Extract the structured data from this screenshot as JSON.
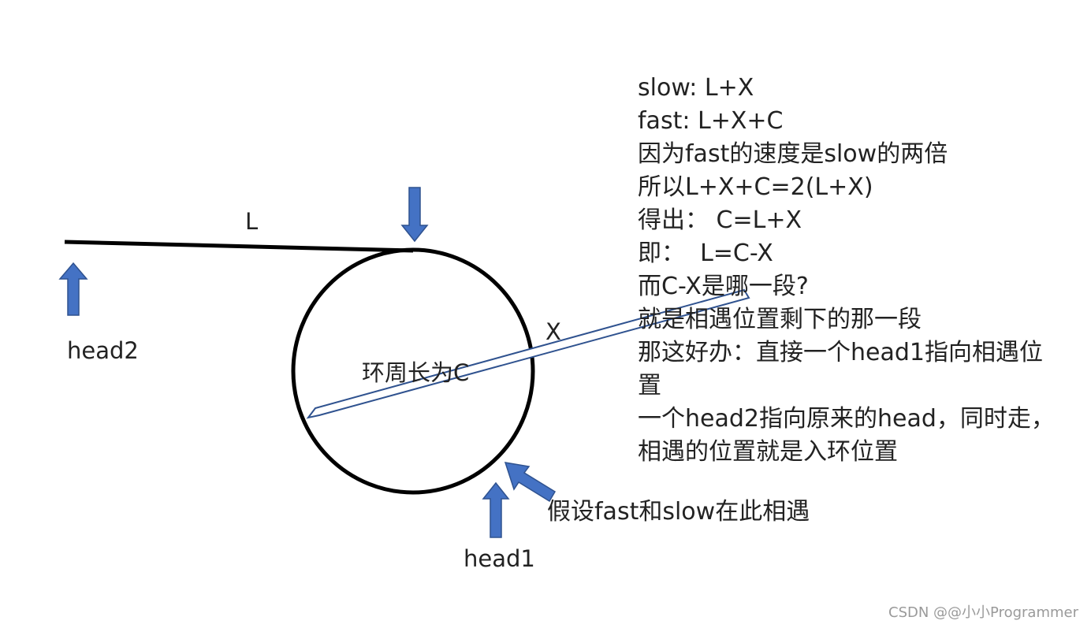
{
  "labels": {
    "L": "L",
    "X": "X",
    "circumference": "环周长为C",
    "head1": "head1",
    "head2": "head2",
    "meet": "假设fast和slow在此相遇"
  },
  "explanation": [
    "slow: L+X",
    "fast: L+X+C",
    "因为fast的速度是slow的两倍",
    "所以L+X+C=2(L+X)",
    "得出： C=L+X",
    "即：  L=C-X",
    "而C-X是哪一段?",
    "就是相遇位置剩下的那一段",
    "那这好办：直接一个head1指向相遇位置",
    "一个head2指向原来的head，同时走，相遇的位置就是入环位置"
  ],
  "watermark": "CSDN @@小小Programmer",
  "colors": {
    "arrow_fill": "#4472c4",
    "arrow_stroke": "#2f528f",
    "line": "#000000",
    "callout": "#2f528f"
  }
}
